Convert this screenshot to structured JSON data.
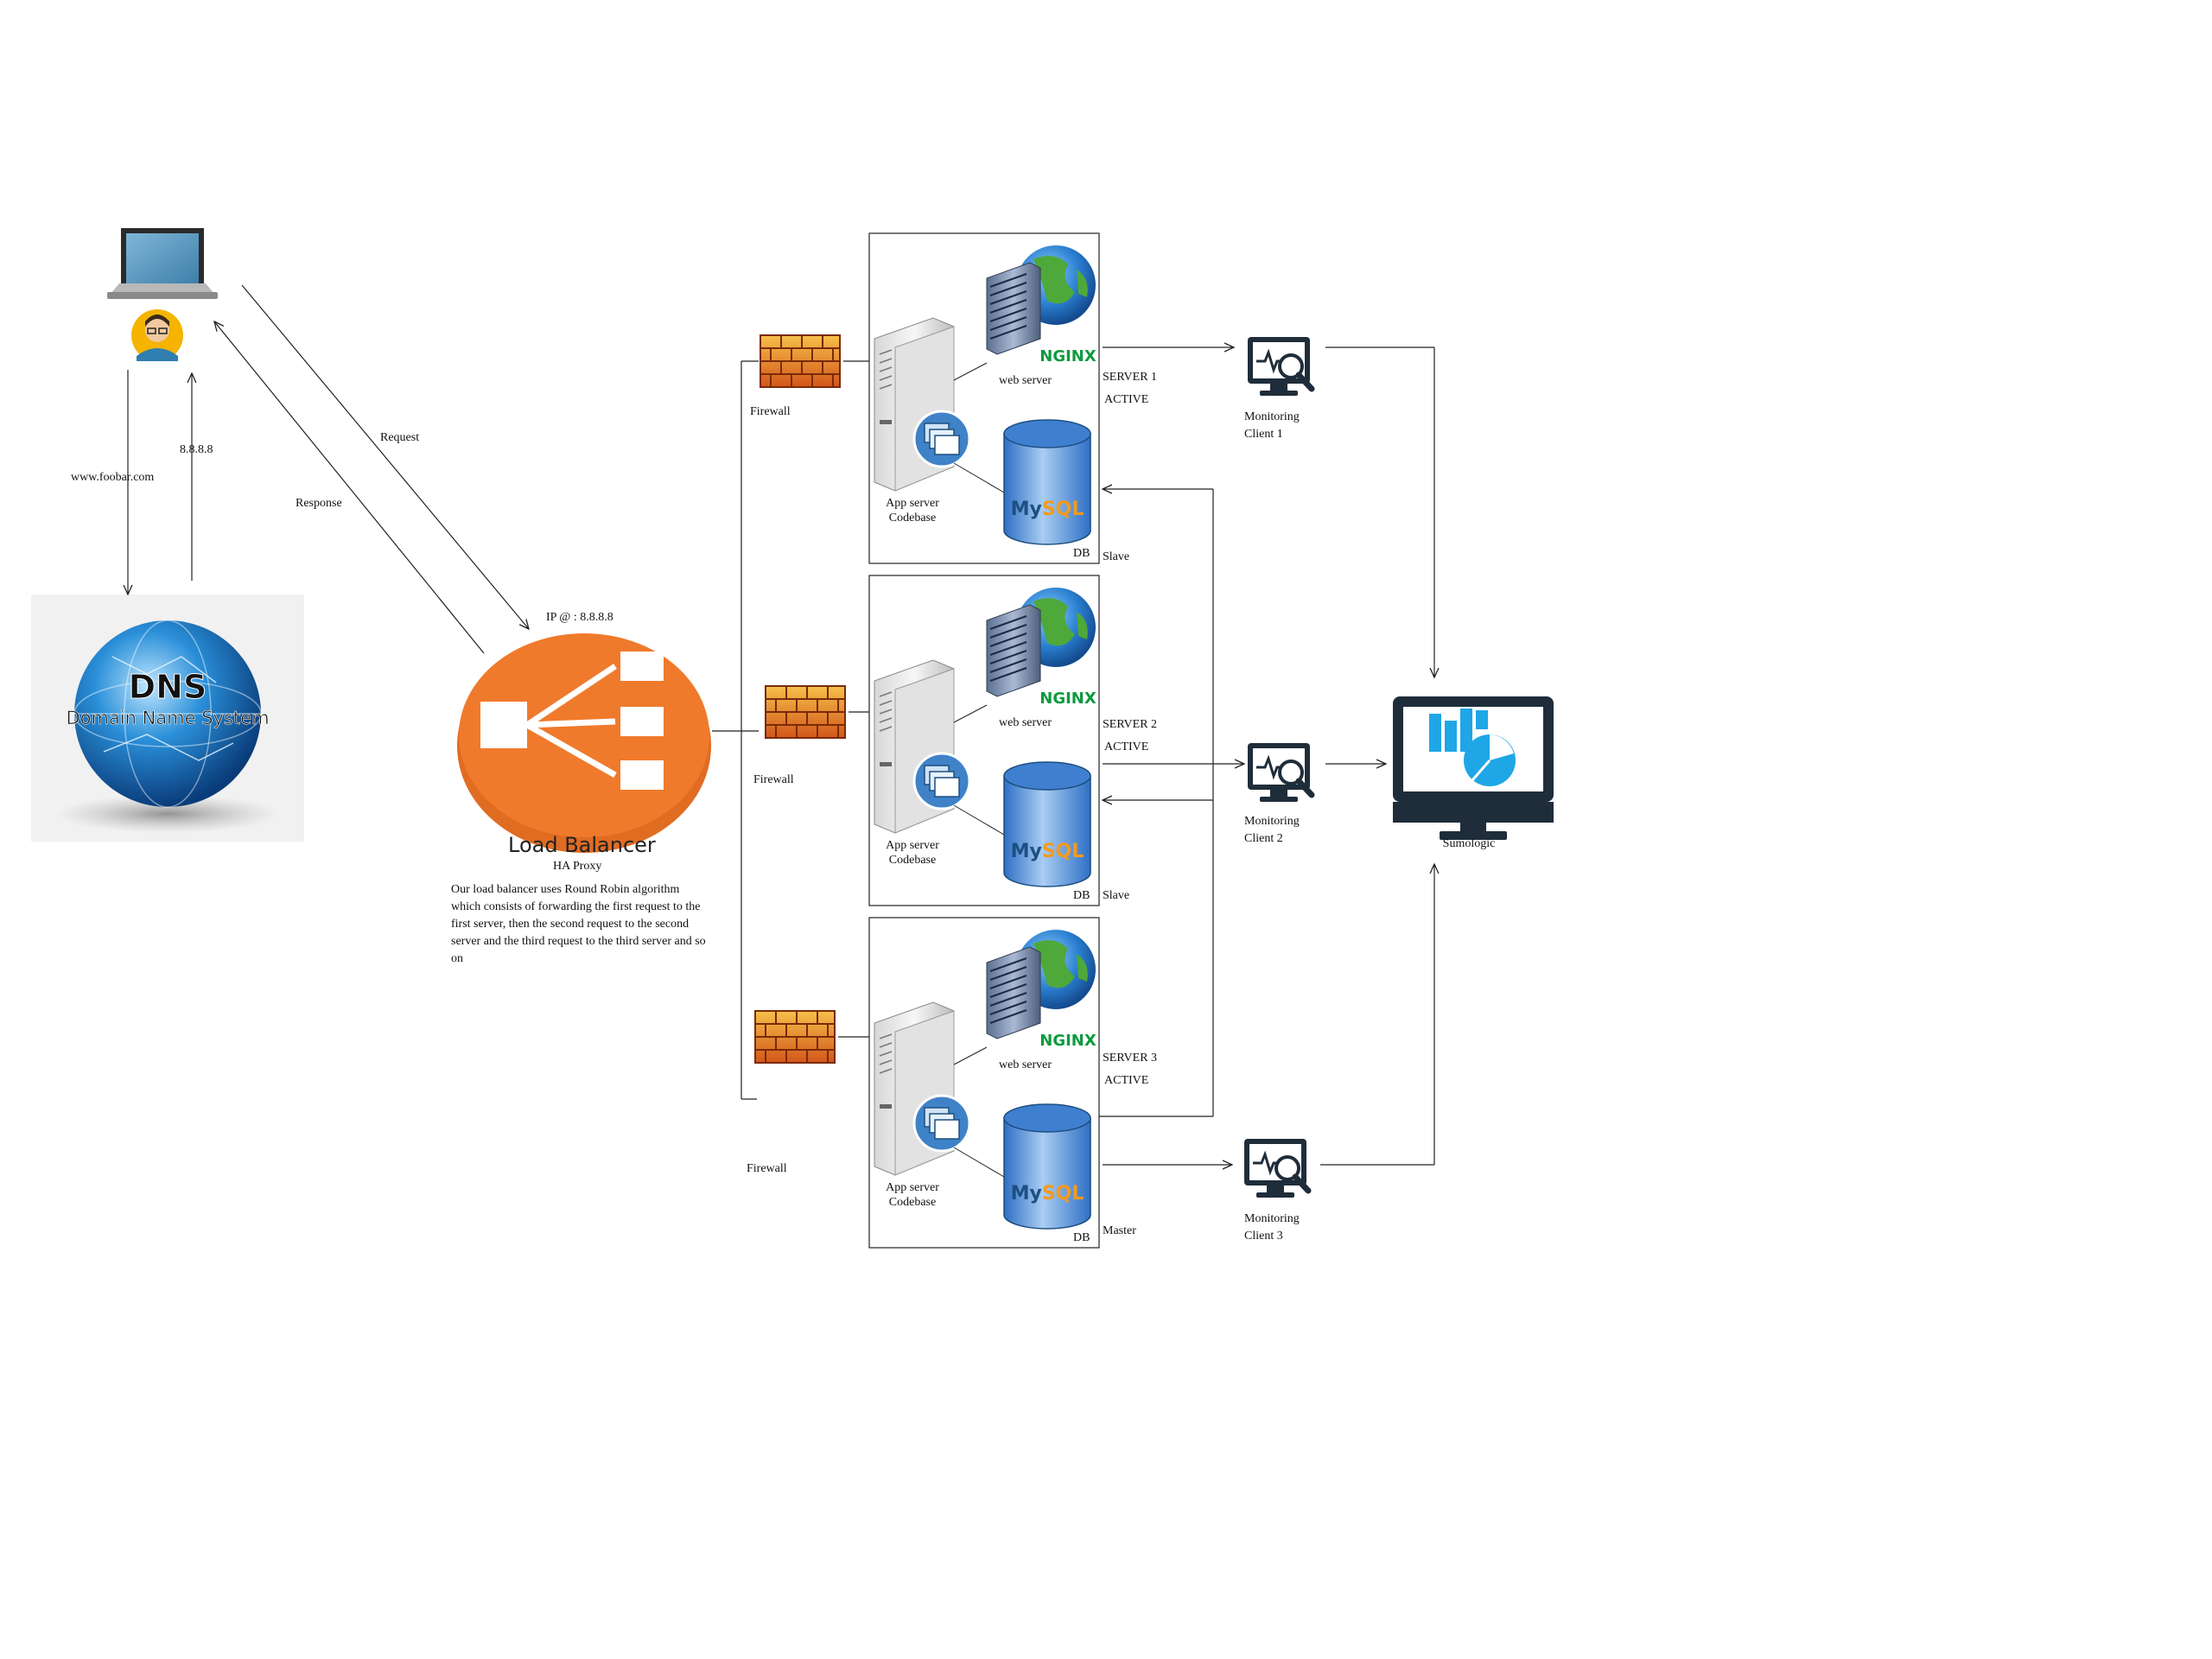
{
  "client": {
    "dns_query": "www.foobar.com",
    "dns_answer": "8.8.8.8",
    "request_label": "Request",
    "response_label": "Response"
  },
  "dns": {
    "title": "DNS",
    "subtitle": "Domain Name System"
  },
  "load_balancer": {
    "ip": "IP @ : 8.8.8.8",
    "title": "Load Balancer",
    "subtitle": "HA Proxy",
    "description": "Our load balancer uses Round Robin algorithm which consists of forwarding the first request to the first server, then the second request to the second server and the third request to the third server and so on"
  },
  "servers": [
    {
      "firewall": "Firewall",
      "web_server": "web server",
      "nginx": "NGINX",
      "app_server": "App server",
      "codebase": "Codebase",
      "db": "DB",
      "mysql": "MySQL",
      "name": "SERVER 1",
      "status": "ACTIVE",
      "db_role": "Slave"
    },
    {
      "firewall": "Firewall",
      "web_server": "web server",
      "nginx": "NGINX",
      "app_server": "App server",
      "codebase": "Codebase",
      "db": "DB",
      "mysql": "MySQL",
      "name": "SERVER 2",
      "status": "ACTIVE",
      "db_role": "Slave"
    },
    {
      "firewall": "Firewall",
      "web_server": "web server",
      "nginx": "NGINX",
      "app_server": "App server",
      "codebase": "Codebase",
      "db": "DB",
      "mysql": "MySQL",
      "name": "SERVER 3",
      "status": "ACTIVE",
      "db_role": "Master"
    }
  ],
  "monitoring": [
    {
      "line1": "Monitoring",
      "line2": "Client 1"
    },
    {
      "line1": "Monitoring",
      "line2": "Client 2"
    },
    {
      "line1": "Monitoring",
      "line2": "Client 3"
    }
  ],
  "sumologic": {
    "label": "Sumologic"
  },
  "colors": {
    "lb_orange": "#f07a2b",
    "nginx_green": "#0c9a3e",
    "db_blue": "#3f7fd0",
    "mysql_orange": "#f39a1e",
    "sumo_blue": "#1fa6e6",
    "monitor_dark": "#1f2d3a",
    "firewall_brick": "#d96b1c"
  }
}
